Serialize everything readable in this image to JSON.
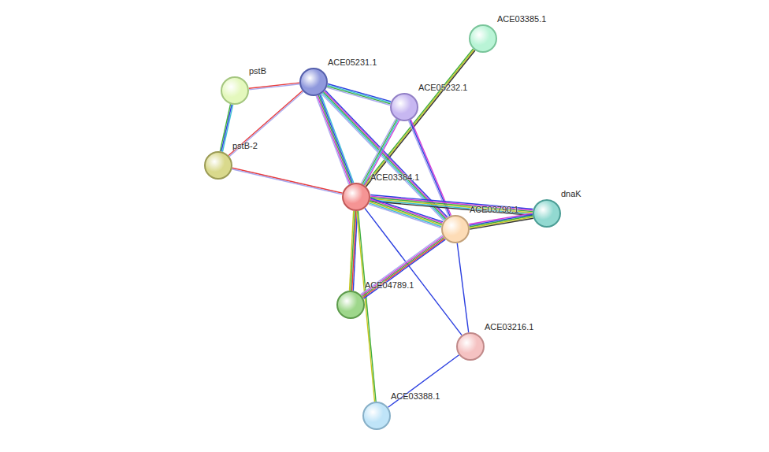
{
  "diagram": {
    "nodes": [
      {
        "text": [
          "ACE03385.1"
        ]
      },
      {
        "text": [
          "ACE05231.1"
        ]
      },
      {
        "text": [
          "pstB"
        ]
      },
      {
        "text": [
          "ACE05232.1"
        ]
      },
      {
        "text": [
          "pstB-2"
        ]
      },
      {
        "text": [
          "ACE03384.1"
        ]
      },
      {
        "text": [
          "dnaK"
        ]
      },
      {
        "text": [
          "ACE03790.1"
        ]
      },
      {
        "text": [
          "ACE04789.1"
        ]
      },
      {
        "text": [
          "ACE03216.1"
        ]
      },
      {
        "text": [
          "ACE03388.1"
        ]
      }
    ],
    "edges": [
      {
        "from": 5,
        "to": 0,
        "arrow": "none"
      },
      {
        "from": 2,
        "to": 4,
        "arrow": "none"
      },
      {
        "from": 2,
        "to": 1,
        "arrow": "none"
      },
      {
        "from": 4,
        "to": 1,
        "arrow": "none"
      },
      {
        "from": 4,
        "to": 5,
        "arrow": "none"
      },
      {
        "from": 1,
        "to": 3,
        "arrow": "none"
      },
      {
        "from": 1,
        "to": 5,
        "arrow": "none"
      },
      {
        "from": 1,
        "to": 7,
        "arrow": "none"
      },
      {
        "from": 3,
        "to": 5,
        "arrow": "none"
      },
      {
        "from": 3,
        "to": 7,
        "arrow": "none"
      },
      {
        "from": 5,
        "to": 6,
        "arrow": "none"
      },
      {
        "from": 5,
        "to": 7,
        "arrow": "none"
      },
      {
        "from": 5,
        "to": 8,
        "arrow": "none"
      },
      {
        "from": 5,
        "to": 9,
        "arrow": "none"
      },
      {
        "from": 5,
        "to": 10,
        "arrow": "none"
      },
      {
        "from": 7,
        "to": 6,
        "arrow": "none"
      },
      {
        "from": 7,
        "to": 8,
        "arrow": "none"
      },
      {
        "from": 7,
        "to": 9,
        "arrow": "none"
      },
      {
        "from": 9,
        "to": 10,
        "arrow": "none"
      }
    ]
  }
}
